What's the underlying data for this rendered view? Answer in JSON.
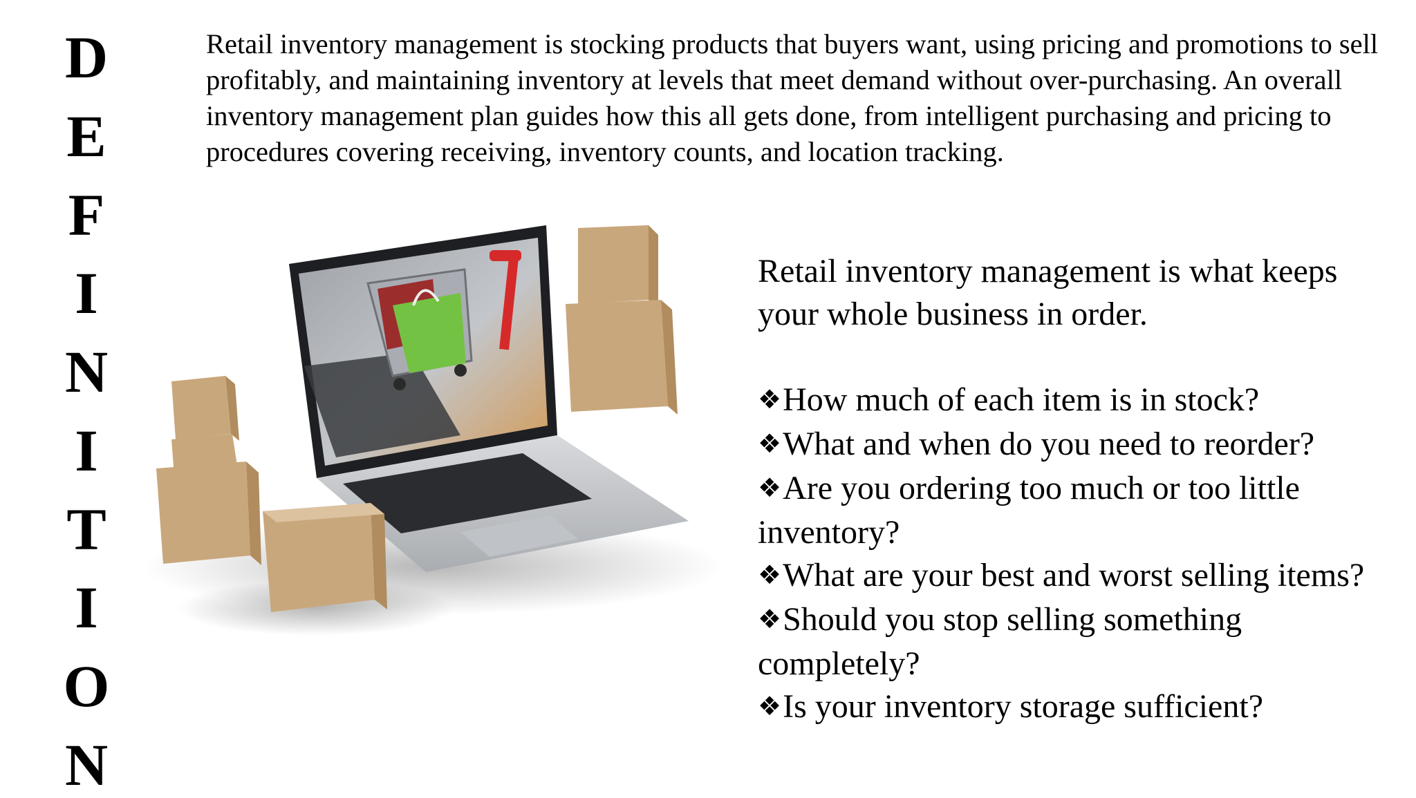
{
  "slide": {
    "vertical_title": [
      "D",
      "E",
      "F",
      "I",
      "N",
      "I",
      "T",
      "I",
      "O",
      "N"
    ],
    "intro_text": "Retail inventory management is stocking products that buyers want, using pricing and promotions to sell profitably, and maintaining inventory at levels that meet demand without over-purchasing. An overall inventory management plan guides how this all gets done, from intelligent purchasing and pricing to procedures covering receiving, inventory counts, and location tracking.",
    "lead_text": "Retail inventory management is what keeps your whole business in order.",
    "bullet_glyph": "❖",
    "questions": [
      "How much of each item is in stock?",
      "What and when do you need to reorder?",
      "Are you ordering too much or too little inventory?",
      "What are your best and worst selling items?",
      "Should you stop selling something completely?",
      "Is your inventory storage sufficient?"
    ],
    "illustration_icon": "laptop-with-shopping-cart-and-boxes-icon",
    "colors": {
      "text": "#000000",
      "background": "#ffffff",
      "box": "#c9a77c",
      "laptop": "#c4c6c9",
      "cart_handle": "#d62a2a",
      "bag_green": "#74c244",
      "bag_red": "#9b2d2d"
    }
  }
}
